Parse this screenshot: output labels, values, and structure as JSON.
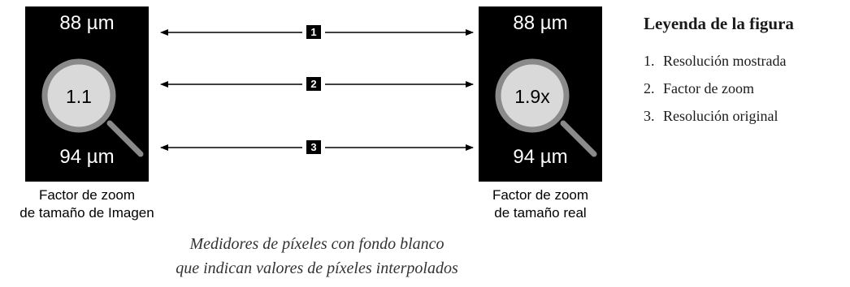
{
  "panels": {
    "image_size": {
      "top_resolution": "88 µm",
      "zoom_factor": "1.1",
      "bottom_resolution": "94 µm",
      "caption_line1": "Factor de zoom",
      "caption_line2": "de tamaño de Imagen"
    },
    "true_size": {
      "top_resolution": "88 µm",
      "zoom_factor": "1.9x",
      "bottom_resolution": "94 µm",
      "caption_line1": "Factor de zoom",
      "caption_line2": "de tamaño real"
    }
  },
  "callouts": [
    "1",
    "2",
    "3"
  ],
  "bottom_caption": {
    "line1": "Medidores de píxeles con fondo blanco",
    "line2": "que indican valores de píxeles interpolados"
  },
  "legend": {
    "title": "Leyenda de la figura",
    "items": [
      {
        "number": "1.",
        "label": "Resolución mostrada"
      },
      {
        "number": "2.",
        "label": "Factor de zoom"
      },
      {
        "number": "3.",
        "label": "Resolución original"
      }
    ]
  },
  "colors": {
    "panel_background": "#000000",
    "magnifier_fill": "#d9d9d9",
    "magnifier_ring": "#8a8a8a",
    "arrow": "#000000"
  },
  "icons": {
    "magnifier": "magnifier-icon",
    "arrow": "double-headed-arrow"
  }
}
